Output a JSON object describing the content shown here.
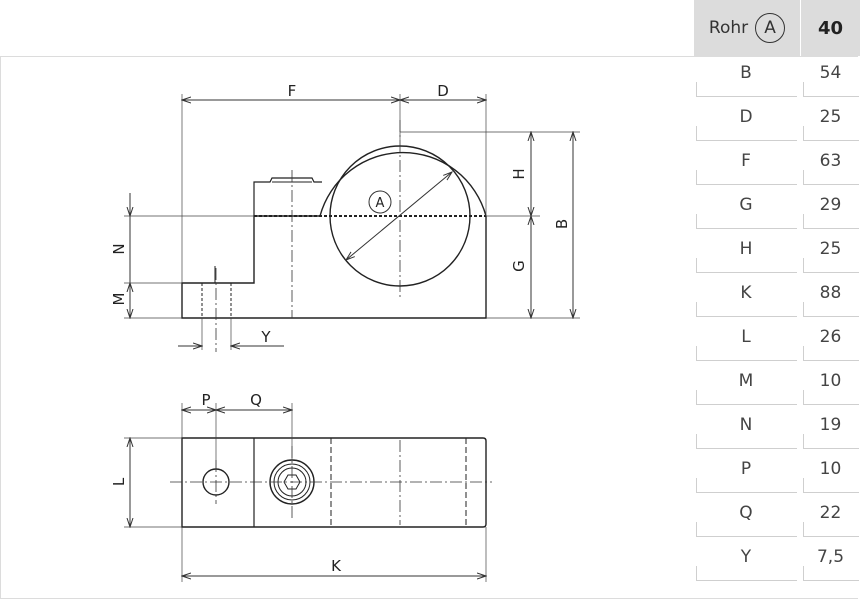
{
  "header": {
    "label": "Rohr",
    "circle_letter": "A",
    "value": "40"
  },
  "rows": [
    {
      "key": "B",
      "value": "54"
    },
    {
      "key": "D",
      "value": "25"
    },
    {
      "key": "F",
      "value": "63"
    },
    {
      "key": "G",
      "value": "29"
    },
    {
      "key": "H",
      "value": "25"
    },
    {
      "key": "K",
      "value": "88"
    },
    {
      "key": "L",
      "value": "26"
    },
    {
      "key": "M",
      "value": "10"
    },
    {
      "key": "N",
      "value": "19"
    },
    {
      "key": "P",
      "value": "10"
    },
    {
      "key": "Q",
      "value": "22"
    },
    {
      "key": "Y",
      "value": "7,5"
    }
  ],
  "drawing_labels": {
    "F": "F",
    "D": "D",
    "H": "H",
    "B": "B",
    "G": "G",
    "N": "N",
    "M": "M",
    "Y": "Y",
    "A": "A",
    "P": "P",
    "Q": "Q",
    "L": "L",
    "K": "K"
  }
}
